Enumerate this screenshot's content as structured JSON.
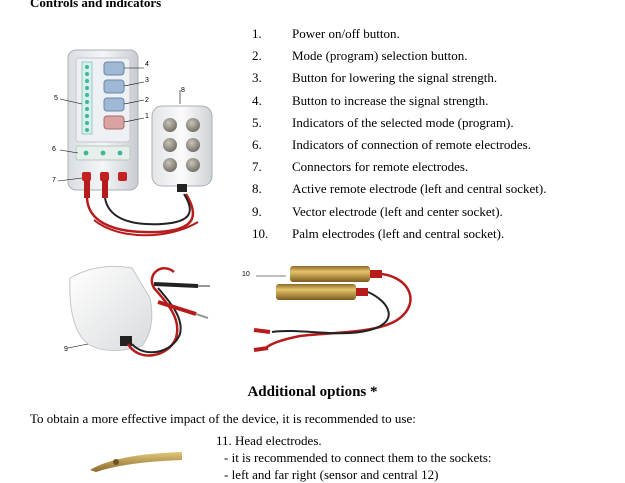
{
  "section_title": "Controls and indicators",
  "items": [
    {
      "num": "1.",
      "text": "Power on/off button."
    },
    {
      "num": "2.",
      "text": "Mode (program) selection button."
    },
    {
      "num": "3.",
      "text": "Button for lowering the signal strength."
    },
    {
      "num": "4.",
      "text": "Button to increase the signal strength."
    },
    {
      "num": "5.",
      "text": "Indicators of the selected mode (program)."
    },
    {
      "num": "6.",
      "text": "Indicators of connection of remote electrodes."
    },
    {
      "num": "7.",
      "text": "Connectors for remote electrodes."
    },
    {
      "num": "8.",
      "text": "Active remote electrode (left and central socket)."
    },
    {
      "num": "9.",
      "text": "Vector electrode (left and center socket)."
    },
    {
      "num": "10.",
      "text": "Palm electrodes (left and central socket)."
    }
  ],
  "figure_labels": {
    "l1": "1",
    "l2": "2",
    "l3": "3",
    "l4": "4",
    "l5": "5",
    "l6": "6",
    "l7": "7",
    "l8": "8",
    "l9": "9",
    "l10": "10"
  },
  "additional": {
    "title": "Additional options *",
    "intro": "To obtain a more effective impact of the device, it is recommended to use:",
    "item11_title": "11. Head electrodes.",
    "item11_line1": "- it is recommended to connect them to the sockets:",
    "item11_line2": "- left and far right (sensor and central 12)"
  }
}
